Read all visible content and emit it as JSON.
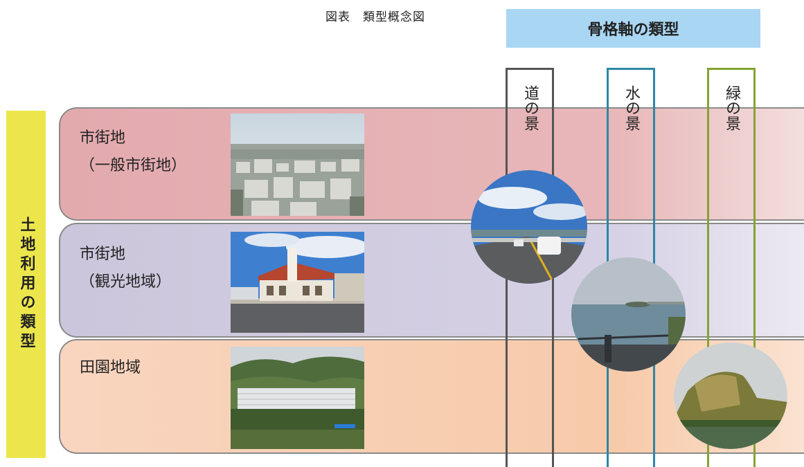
{
  "figure_title": "図表　類型概念図",
  "axis_header": "骨格軸の類型",
  "landuse_header": "土地利用の類型",
  "bands": [
    {
      "line1": "市街地",
      "line2": "（一般市街地）",
      "photo_icon": "urban-cityscape-photo"
    },
    {
      "line1": "市街地",
      "line2": "（観光地域）",
      "photo_icon": "tourist-building-photo"
    },
    {
      "line1": "田園地域",
      "line2": "",
      "photo_icon": "farmland-greenhouse-photo"
    }
  ],
  "columns": [
    {
      "label": "道の景",
      "color": "#555555",
      "photo_icon": "road-bridge-photo"
    },
    {
      "label": "水の景",
      "color": "#2e86a3",
      "photo_icon": "waterfront-photo"
    },
    {
      "label": "緑の景",
      "color": "#84a334",
      "photo_icon": "green-hill-photo"
    }
  ],
  "colors": {
    "axis_header_bg": "#a9d6f3",
    "landuse_header_bg": "#ece64c",
    "band_urban": "#e3aaae",
    "band_tourist": "#cbc6db",
    "band_rural": "#f9d5bf"
  }
}
